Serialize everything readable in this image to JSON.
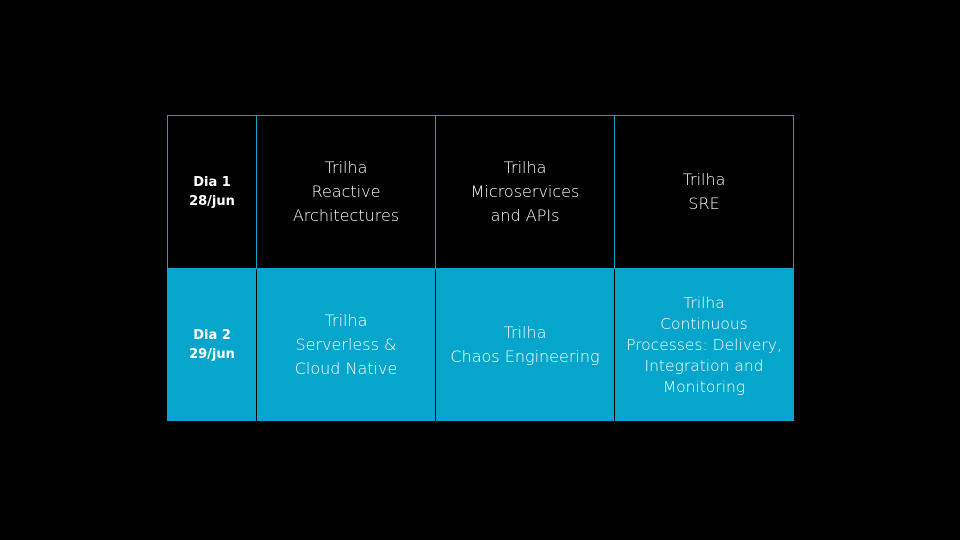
{
  "colors": {
    "background": "#000000",
    "accent": "#06a5cb",
    "text": "#ffffff"
  },
  "schedule": {
    "rows": [
      {
        "day": "Dia 1\n28/jun",
        "tracks": [
          "Trilha\nReactive\nArchitectures",
          "Trilha\nMicroservices\nand APIs",
          "Trilha\nSRE"
        ]
      },
      {
        "day": "Dia 2\n29/jun",
        "tracks": [
          "Trilha\nServerless &\nCloud Native",
          "Trilha\nChaos Engineering",
          "Trilha\nContinuous\nProcesses: Delivery,\nIntegration and\nMonitoring"
        ]
      }
    ]
  }
}
